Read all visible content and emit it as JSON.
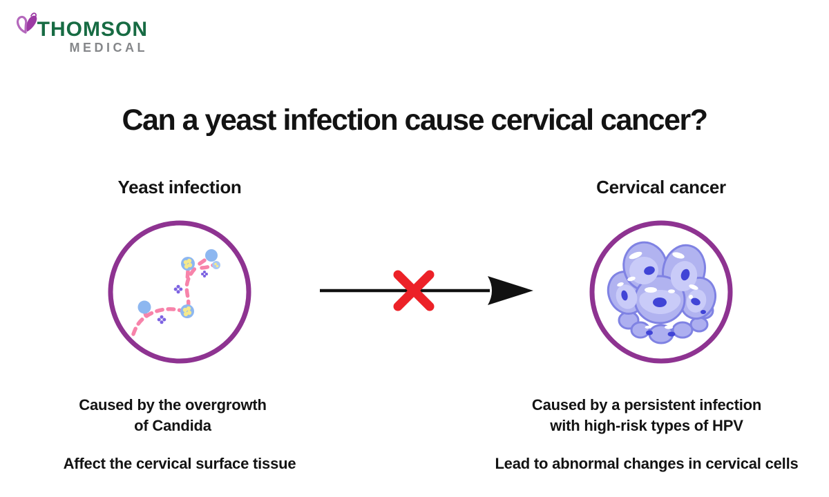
{
  "brand": {
    "name": "THOMSON",
    "subtitle": "MEDICAL",
    "name_color": "#176B43",
    "subtitle_color": "#85878A",
    "butterfly_colors": {
      "light_wing": "#B468BC",
      "dark_wing": "#9C3AA4"
    }
  },
  "title": "Can a yeast infection cause cervical cancer?",
  "left": {
    "label": "Yeast infection",
    "illustration": "candida-yeast-cells",
    "caption_line1": "Caused by the overgrowth",
    "caption_line2": "of Candida",
    "footnote": "Affect the cervical surface tissue"
  },
  "right": {
    "label": "Cervical cancer",
    "illustration": "tumor-cell-cluster",
    "caption_line1": "Caused by a persistent infection",
    "caption_line2": "with high-risk types of HPV",
    "footnote": "Lead to abnormal changes in cervical cells"
  },
  "relation": {
    "symbol": "arrow-with-red-cross",
    "arrow_color": "#111111",
    "cross_color": "#EC2127"
  },
  "colors": {
    "background": "#FFFFFF",
    "text": "#131313",
    "circle_ring": "#8E3391",
    "candida_pink": "#F783AA",
    "candida_blue": "#8DB7F0",
    "candida_yellow": "#F5E98C",
    "candida_purple": "#7D63E2",
    "tumor_base": "#B1B3F0",
    "tumor_light": "#C9CBF8",
    "tumor_outline": "#7F82E3",
    "tumor_nucleus": "#4044D6"
  }
}
